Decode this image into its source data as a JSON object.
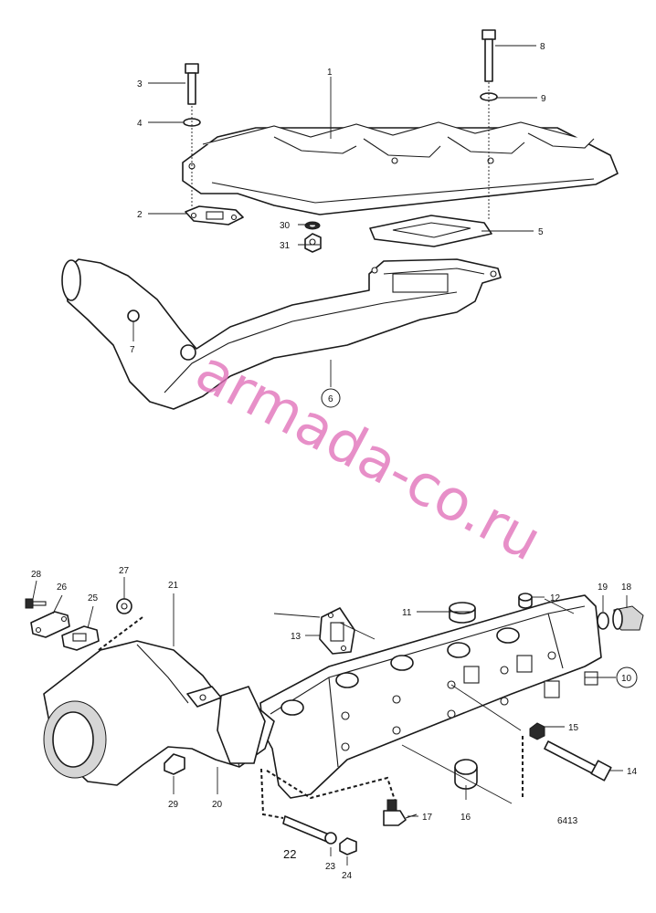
{
  "watermark": "armada-co.ru",
  "drawing_number": "6413",
  "callouts": {
    "c1": "1",
    "c2": "2",
    "c3": "3",
    "c4": "4",
    "c5": "5",
    "c6": "6",
    "c7": "7",
    "c8": "8",
    "c9": "9",
    "c10": "10",
    "c11": "11",
    "c12": "12",
    "c13": "13",
    "c14": "14",
    "c15": "15",
    "c16": "16",
    "c17": "17",
    "c18": "18",
    "c19": "19",
    "c20": "20",
    "c21": "21",
    "c22": "22",
    "c23": "23",
    "c24": "24",
    "c25": "25",
    "c26": "26",
    "c27": "27",
    "c28": "28",
    "c29": "29",
    "c30": "30",
    "c31": "31"
  },
  "colors": {
    "line": "#1a1a1a",
    "watermark": "#e070b8",
    "background": "#ffffff"
  }
}
